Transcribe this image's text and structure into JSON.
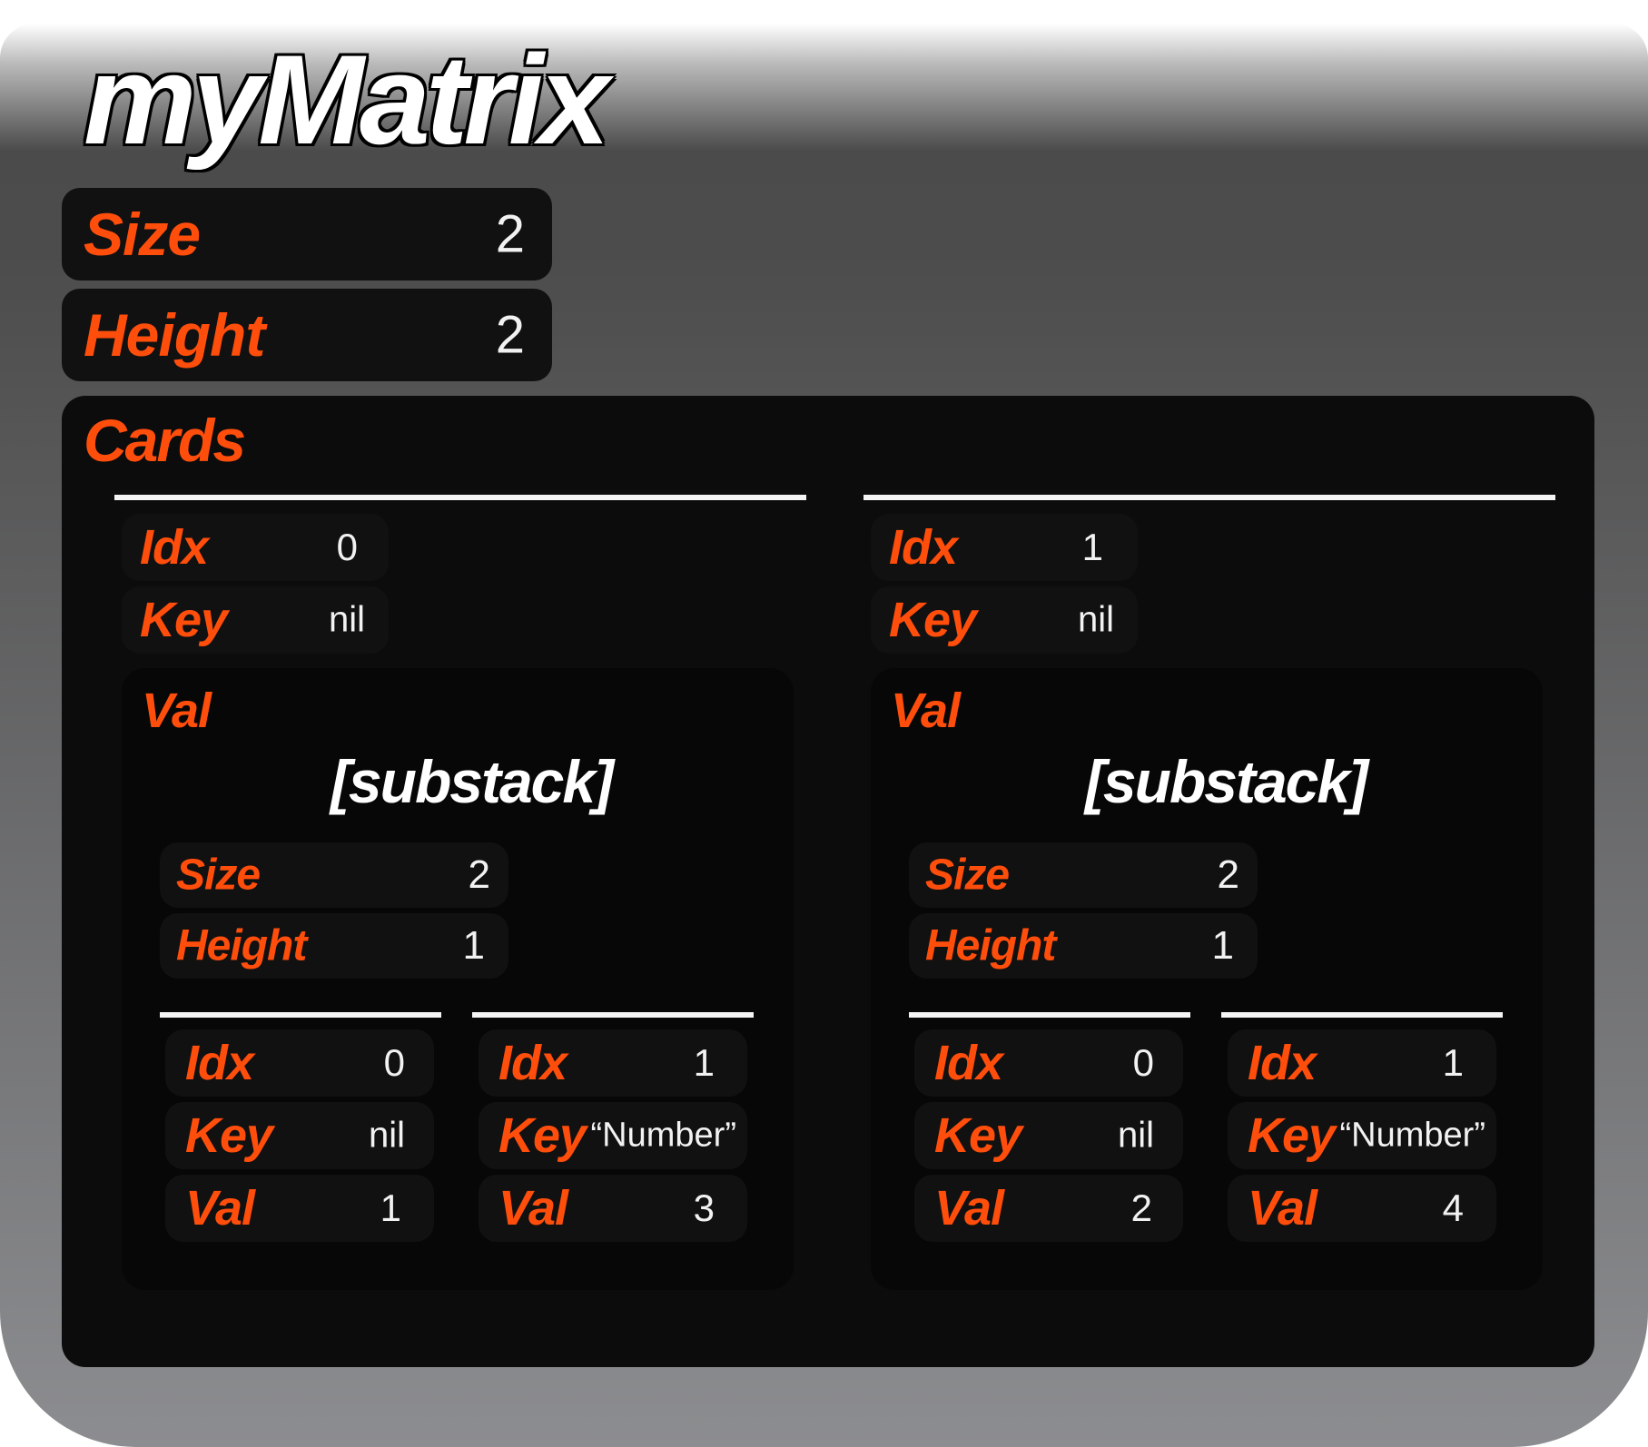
{
  "title": "myMatrix",
  "colors": {
    "accent": "#ff4e0c",
    "panel": "#111111",
    "panel_dark": "#070707",
    "value_text": "#f2f2f2"
  },
  "top": {
    "size": {
      "label": "Size",
      "value": "2"
    },
    "height": {
      "label": "Height",
      "value": "2"
    }
  },
  "cards": {
    "label": "Cards",
    "items": [
      {
        "idx": {
          "label": "Idx",
          "value": "0"
        },
        "key": {
          "label": "Key",
          "value": "nil"
        },
        "val": {
          "label": "Val",
          "substack": "[substack]",
          "size": {
            "label": "Size",
            "value": "2"
          },
          "height": {
            "label": "Height",
            "value": "1"
          },
          "cards": [
            {
              "idx": {
                "label": "Idx",
                "value": "0"
              },
              "key": {
                "label": "Key",
                "value": "nil"
              },
              "val": {
                "label": "Val",
                "value": "1"
              }
            },
            {
              "idx": {
                "label": "Idx",
                "value": "1"
              },
              "key": {
                "label": "Key",
                "value": "“Number”"
              },
              "val": {
                "label": "Val",
                "value": "3"
              }
            }
          ]
        }
      },
      {
        "idx": {
          "label": "Idx",
          "value": "1"
        },
        "key": {
          "label": "Key",
          "value": "nil"
        },
        "val": {
          "label": "Val",
          "substack": "[substack]",
          "size": {
            "label": "Size",
            "value": "2"
          },
          "height": {
            "label": "Height",
            "value": "1"
          },
          "cards": [
            {
              "idx": {
                "label": "Idx",
                "value": "0"
              },
              "key": {
                "label": "Key",
                "value": "nil"
              },
              "val": {
                "label": "Val",
                "value": "2"
              }
            },
            {
              "idx": {
                "label": "Idx",
                "value": "1"
              },
              "key": {
                "label": "Key",
                "value": "“Number”"
              },
              "val": {
                "label": "Val",
                "value": "4"
              }
            }
          ]
        }
      }
    ]
  }
}
